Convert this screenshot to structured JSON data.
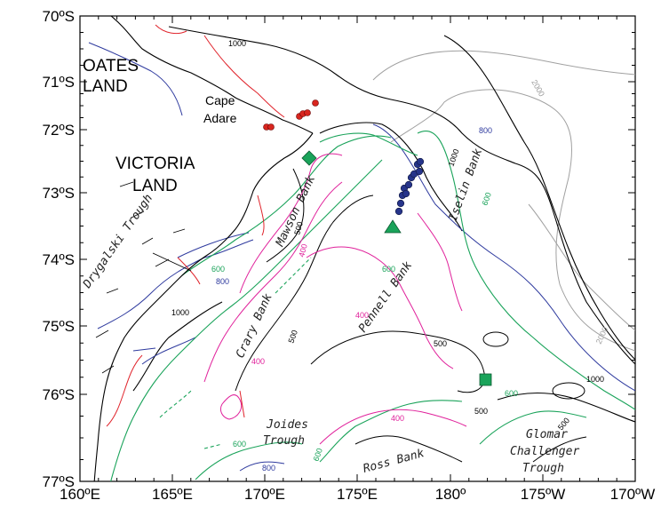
{
  "colors": {
    "c400": "#e0219b",
    "c500": "#000000",
    "c600": "#1aa35a",
    "c800": "#2e3a9e",
    "c1000": "#000000",
    "c2000": "#a0a0a0",
    "coast": "#000000",
    "shelf_red": "#e0242c",
    "marker_red": "#d8261f",
    "marker_blue": "#26348a",
    "marker_green": "#1aa35a"
  },
  "axes": {
    "x_ticks": [
      "160ºE",
      "165ºE",
      "170ºE",
      "175ºE",
      "180º",
      "175ºW",
      "170ºW"
    ],
    "y_ticks": [
      "70ºS",
      "71ºS",
      "72ºS",
      "73ºS",
      "74ºS",
      "75ºS",
      "76ºS",
      "77ºS"
    ]
  },
  "regions": {
    "oates_1": "OATES",
    "oates_2": "LAND",
    "victoria_1": "VICTORIA",
    "victoria_2": "LAND",
    "cape_1": "Cape",
    "cape_2": "Adare"
  },
  "features": {
    "drygalski": "Drygalski Trough",
    "crary": "Crary Bank",
    "mawson": "Mawson Bank",
    "pennell": "Pennell Bank",
    "iselin": "Iselin Bank",
    "joides_1": "Joides",
    "joides_2": "Trough",
    "ross_bank": "Ross Bank",
    "glomar_1": "Glomar",
    "glomar_2": "Challenger",
    "glomar_3": "Trough"
  },
  "contour_labels": {
    "l1000_a": "1000",
    "l2000_a": "2000",
    "l2000_b": "2000",
    "l800_a": "800",
    "l1000_b": "1000",
    "l600_a": "600",
    "l500_a": "500",
    "l400_a": "400",
    "l800_b": "800",
    "l600_b": "600",
    "l1000_c": "1000",
    "l500_b": "500",
    "l400_b": "400",
    "l500_c": "500",
    "l1000_d": "1000",
    "l500_d": "500",
    "l600_c": "600",
    "l400_c": "400",
    "l800_c": "800",
    "l600_d": "600",
    "l400_d": "400",
    "l600_e": "600",
    "l500_e": "500",
    "l600_f": "600"
  }
}
